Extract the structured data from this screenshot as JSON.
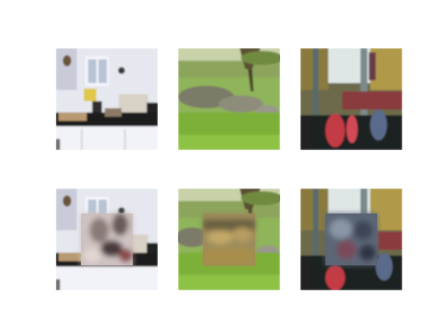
{
  "figure": {
    "rows": 2,
    "cols": 3,
    "panels": [
      {
        "row": 0,
        "col": 0,
        "scene": "kitchen",
        "masked": false
      },
      {
        "row": 0,
        "col": 1,
        "scene": "savanna",
        "masked": false
      },
      {
        "row": 0,
        "col": 2,
        "scene": "street",
        "masked": false
      },
      {
        "row": 1,
        "col": 0,
        "scene": "kitchen",
        "masked": true
      },
      {
        "row": 1,
        "col": 1,
        "scene": "savanna",
        "masked": true
      },
      {
        "row": 1,
        "col": 2,
        "scene": "street",
        "masked": true
      }
    ],
    "colors": {
      "background": "#ffffff",
      "kitchen_wall": "#e4e6ee",
      "kitchen_counter": "#2a2a2a",
      "savanna_grass": "#7aa83e",
      "savanna_sky": "#d6dcc6",
      "street_post": "#6c7a7c",
      "street_red": "#c23a44"
    }
  }
}
